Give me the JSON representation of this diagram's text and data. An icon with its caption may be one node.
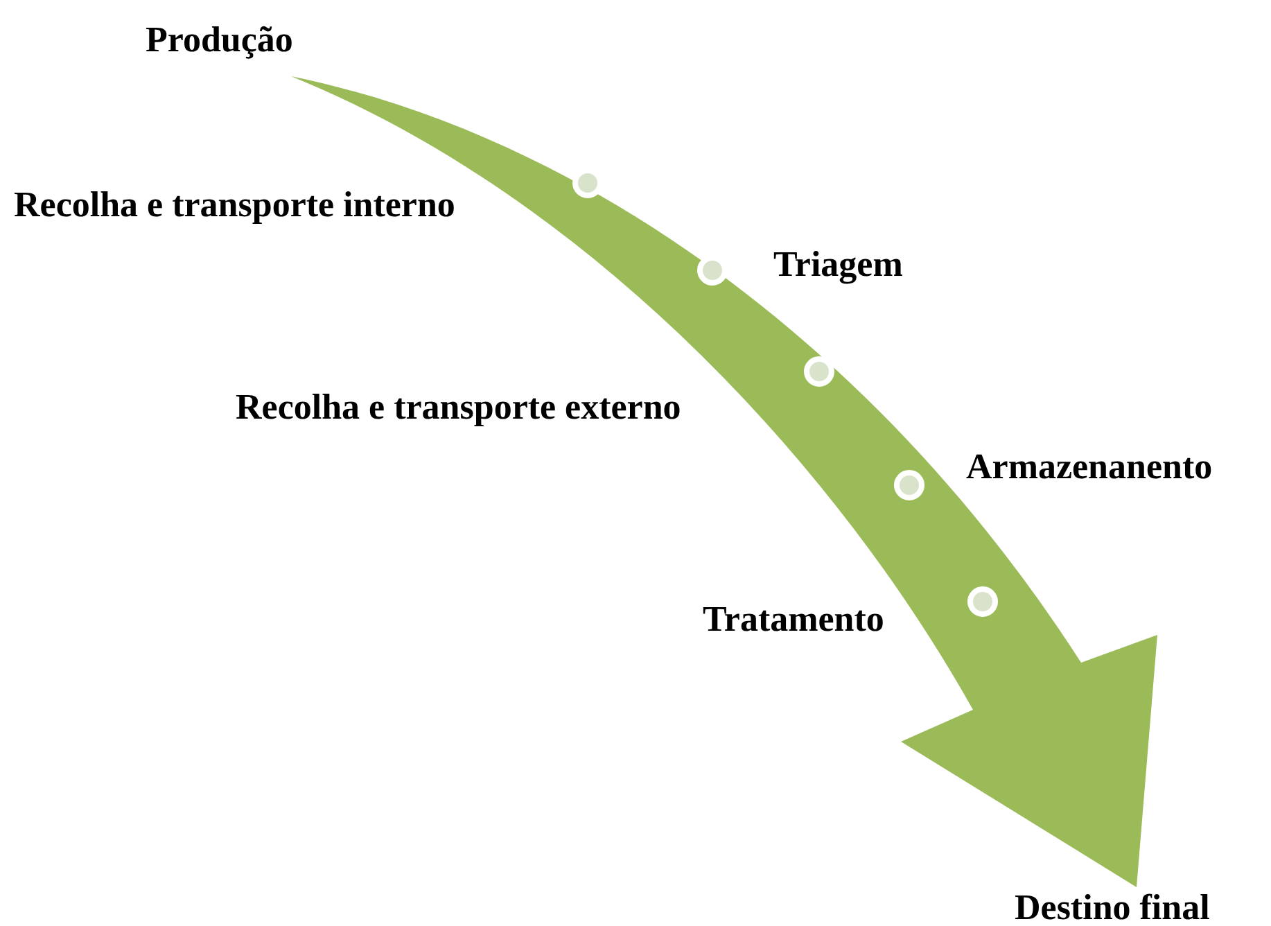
{
  "diagram": {
    "nodes": [
      {
        "text": [
          "Produção"
        ]
      },
      {
        "text": [
          "Destino final"
        ]
      }
    ],
    "edges": [
      {
        "from": 0,
        "to": 1,
        "arrow": "to",
        "color": "#9bbb59"
      }
    ],
    "labels": [
      "Recolha e transporte interno",
      "Triagem",
      "Recolha e transporte externo",
      "Armazenanento",
      "Tratamento"
    ]
  }
}
